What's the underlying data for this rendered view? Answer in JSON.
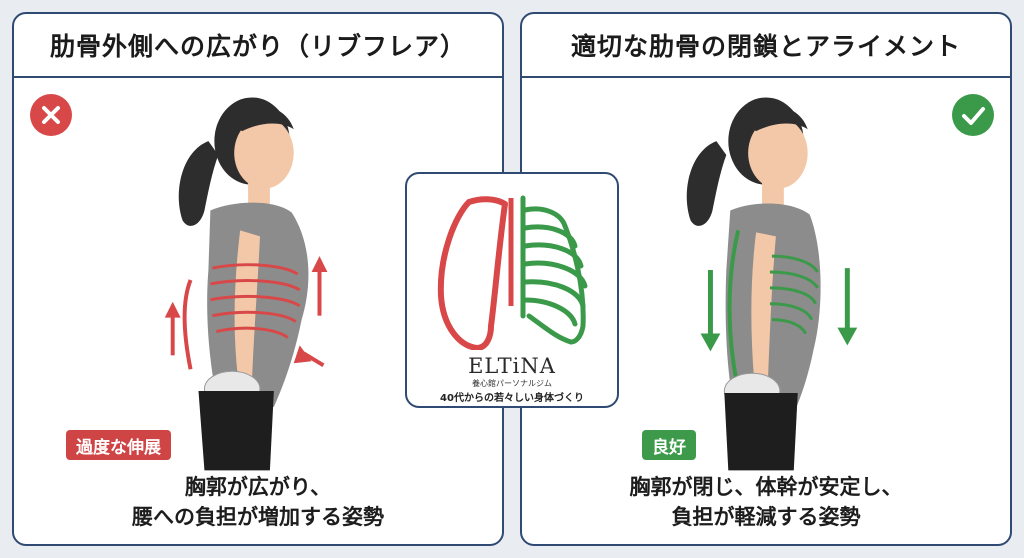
{
  "left_panel": {
    "title": "肋骨外側への広がり（リブフレア）",
    "status_icon": "cross-icon",
    "tag": "過度な伸展",
    "caption_line1": "胸郭が広がり、",
    "caption_line2": "腰への負担が増加する姿勢",
    "accent_color": "#d94848"
  },
  "right_panel": {
    "title": "適切な肋骨の閉鎖とアライメント",
    "status_icon": "check-icon",
    "tag": "良好",
    "caption_line1": "胸郭が閉じ、体幹が安定し、",
    "caption_line2": "負担が軽減する姿勢",
    "accent_color": "#3a9a4a"
  },
  "center_card": {
    "logo_text": "ELTiNA",
    "logo_subtext": "養心館パーソナルジム",
    "tagline": "40代からの若々しい身体づくり"
  }
}
